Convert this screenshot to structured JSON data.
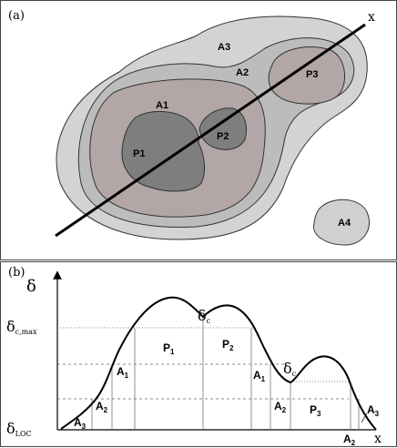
{
  "panel_a": {
    "tag": "(a)",
    "axis_label": "x",
    "regions": {
      "a3": "A3",
      "a2": "A2",
      "a1": "A1",
      "p1": "P1",
      "p2": "P2",
      "p3": "P3",
      "a4": "A4"
    },
    "colors": {
      "a3": "#d3d3d3",
      "a2": "#bcbcbc",
      "a1": "#b3a6a6",
      "p": "#7e7e7e",
      "a4": "#d0d0d0"
    }
  },
  "panel_b": {
    "tag": "(b)",
    "y_axis_symbol": "δ",
    "x_axis_label": "x",
    "labels": {
      "delta_loc": "δ",
      "delta_loc_sub": "LOC",
      "delta_c_max": "δ",
      "delta_c_max_sub": "c,max",
      "delta_c_1": "δ",
      "delta_c_1_sub": "c",
      "delta_c_2": "δ",
      "delta_c_2_sub": "c",
      "p1": "P",
      "p1_sub": "1",
      "p2": "P",
      "p2_sub": "2",
      "p3": "P",
      "p3_sub": "3",
      "a1_left": "A",
      "a1_left_sub": "1",
      "a2_left": "A",
      "a2_left_sub": "2",
      "a3_left": "A",
      "a3_left_sub": "3",
      "a1_right": "A",
      "a1_right_sub": "1",
      "a2_right": "A",
      "a2_right_sub": "2",
      "a2_bottom": "A",
      "a2_bottom_sub": "2",
      "a3_right": "A",
      "a3_right_sub": "3"
    }
  }
}
